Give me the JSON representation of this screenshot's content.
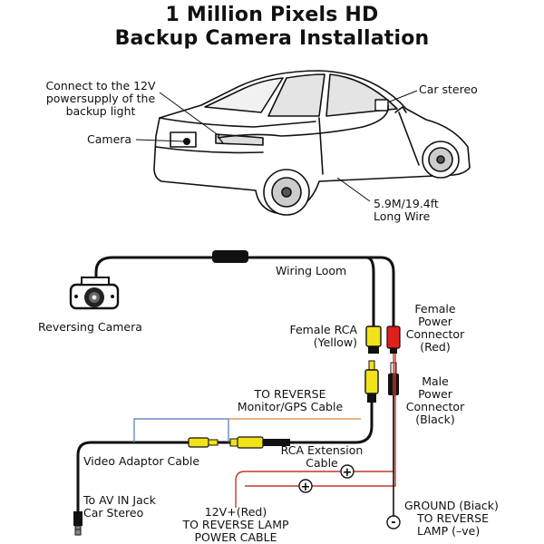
{
  "title": {
    "line1": "1 Million Pixels HD",
    "line2": "Backup Camera Installation"
  },
  "car_labels": {
    "connect_12v": [
      "Connect to the 12V",
      "powersupply of the",
      "backup light"
    ],
    "camera": "Camera",
    "car_stereo": "Car stereo",
    "wire_length": [
      "5.9M/19.4ft",
      "Long Wire"
    ]
  },
  "wiring_labels": {
    "wiring_loom": "Wiring Loom",
    "reversing_camera": "Reversing Camera",
    "female_rca": [
      "Female RCA",
      "(Yellow)"
    ],
    "female_power": [
      "Female",
      "Power",
      "Connector",
      "(Red)"
    ],
    "male_power": [
      "Male",
      "Power",
      "Connector",
      "(Black)"
    ],
    "to_reverse_monitor": [
      "TO REVERSE",
      "Monitor/GPS Cable"
    ],
    "video_adaptor": "Video Adaptor Cable",
    "rca_extension": [
      "RCA Extension",
      "Cable"
    ],
    "to_av_in": [
      "To AV IN Jack",
      "Car Stereo"
    ],
    "power_cable": [
      "12V+(Red)",
      "TO REVERSE LAMP",
      "POWER CABLE"
    ],
    "ground": [
      "GROUND (Biack)",
      "TO REVERSE",
      "LAMP (–ve)"
    ]
  },
  "symbols": {
    "plus": "+",
    "minus": "-"
  },
  "colors": {
    "wire_black": "#111111",
    "rca_yellow": "#f2e21a",
    "power_red": "#e0201c",
    "power_wire_red": "#c0392b",
    "signal_blue": "#4a78c2",
    "signal_orange": "#d9823b"
  }
}
